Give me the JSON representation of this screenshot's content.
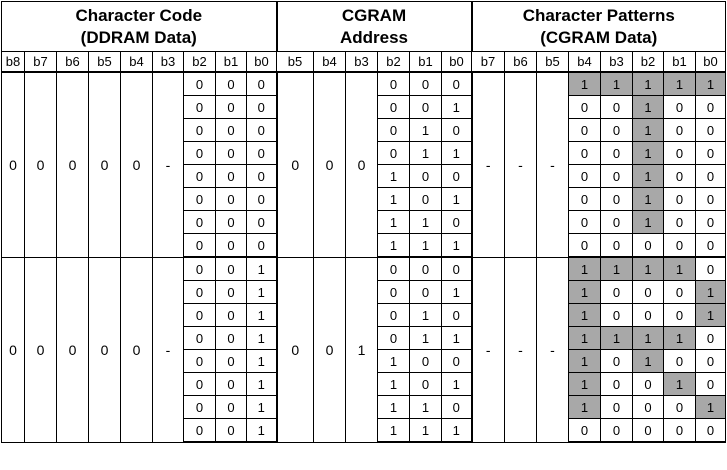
{
  "headers": {
    "group1": [
      "Character Code",
      "(DDRAM Data)"
    ],
    "group2": [
      "CGRAM",
      "Address"
    ],
    "group3": [
      "Character Patterns",
      "(CGRAM Data)"
    ]
  },
  "bit_labels": {
    "char_code": [
      "b8",
      "b7",
      "b6",
      "b5",
      "b4",
      "b3",
      "b2",
      "b1",
      "b0"
    ],
    "cgram_addr": [
      "b5",
      "b4",
      "b3",
      "b2",
      "b1",
      "b0"
    ],
    "pattern": [
      "b7",
      "b6",
      "b5",
      "b4",
      "b3",
      "b2",
      "b1",
      "b0"
    ]
  },
  "blocks": [
    {
      "char_code_high": [
        "0",
        "0",
        "0",
        "0",
        "0",
        "-"
      ],
      "cgram_addr_high": [
        "0",
        "0",
        "0"
      ],
      "pattern_high": [
        "-",
        "-",
        "-"
      ],
      "rows": [
        {
          "char_low": [
            "0",
            "0",
            "0"
          ],
          "addr_low": [
            "0",
            "0",
            "0"
          ],
          "pattern": [
            "1",
            "1",
            "1",
            "1",
            "1"
          ]
        },
        {
          "char_low": [
            "0",
            "0",
            "0"
          ],
          "addr_low": [
            "0",
            "0",
            "1"
          ],
          "pattern": [
            "0",
            "0",
            "1",
            "0",
            "0"
          ]
        },
        {
          "char_low": [
            "0",
            "0",
            "0"
          ],
          "addr_low": [
            "0",
            "1",
            "0"
          ],
          "pattern": [
            "0",
            "0",
            "1",
            "0",
            "0"
          ]
        },
        {
          "char_low": [
            "0",
            "0",
            "0"
          ],
          "addr_low": [
            "0",
            "1",
            "1"
          ],
          "pattern": [
            "0",
            "0",
            "1",
            "0",
            "0"
          ]
        },
        {
          "char_low": [
            "0",
            "0",
            "0"
          ],
          "addr_low": [
            "1",
            "0",
            "0"
          ],
          "pattern": [
            "0",
            "0",
            "1",
            "0",
            "0"
          ]
        },
        {
          "char_low": [
            "0",
            "0",
            "0"
          ],
          "addr_low": [
            "1",
            "0",
            "1"
          ],
          "pattern": [
            "0",
            "0",
            "1",
            "0",
            "0"
          ]
        },
        {
          "char_low": [
            "0",
            "0",
            "0"
          ],
          "addr_low": [
            "1",
            "1",
            "0"
          ],
          "pattern": [
            "0",
            "0",
            "1",
            "0",
            "0"
          ]
        },
        {
          "char_low": [
            "0",
            "0",
            "0"
          ],
          "addr_low": [
            "1",
            "1",
            "1"
          ],
          "pattern": [
            "0",
            "0",
            "0",
            "0",
            "0"
          ]
        }
      ]
    },
    {
      "char_code_high": [
        "0",
        "0",
        "0",
        "0",
        "0",
        "-"
      ],
      "cgram_addr_high": [
        "0",
        "0",
        "1"
      ],
      "pattern_high": [
        "-",
        "-",
        "-"
      ],
      "rows": [
        {
          "char_low": [
            "0",
            "0",
            "1"
          ],
          "addr_low": [
            "0",
            "0",
            "0"
          ],
          "pattern": [
            "1",
            "1",
            "1",
            "1",
            "0"
          ]
        },
        {
          "char_low": [
            "0",
            "0",
            "1"
          ],
          "addr_low": [
            "0",
            "0",
            "1"
          ],
          "pattern": [
            "1",
            "0",
            "0",
            "0",
            "1"
          ]
        },
        {
          "char_low": [
            "0",
            "0",
            "1"
          ],
          "addr_low": [
            "0",
            "1",
            "0"
          ],
          "pattern": [
            "1",
            "0",
            "0",
            "0",
            "1"
          ]
        },
        {
          "char_low": [
            "0",
            "0",
            "1"
          ],
          "addr_low": [
            "0",
            "1",
            "1"
          ],
          "pattern": [
            "1",
            "1",
            "1",
            "1",
            "0"
          ]
        },
        {
          "char_low": [
            "0",
            "0",
            "1"
          ],
          "addr_low": [
            "1",
            "0",
            "0"
          ],
          "pattern": [
            "1",
            "0",
            "1",
            "0",
            "0"
          ]
        },
        {
          "char_low": [
            "0",
            "0",
            "1"
          ],
          "addr_low": [
            "1",
            "0",
            "1"
          ],
          "pattern": [
            "1",
            "0",
            "0",
            "1",
            "0"
          ]
        },
        {
          "char_low": [
            "0",
            "0",
            "1"
          ],
          "addr_low": [
            "1",
            "1",
            "0"
          ],
          "pattern": [
            "1",
            "0",
            "0",
            "0",
            "1"
          ]
        },
        {
          "char_low": [
            "0",
            "0",
            "1"
          ],
          "addr_low": [
            "1",
            "1",
            "1"
          ],
          "pattern": [
            "0",
            "0",
            "0",
            "0",
            "0"
          ]
        }
      ]
    }
  ],
  "colors": {
    "pixel_on": "#a8a8a8",
    "pixel_off": "#ffffff",
    "grid": "#000000"
  }
}
